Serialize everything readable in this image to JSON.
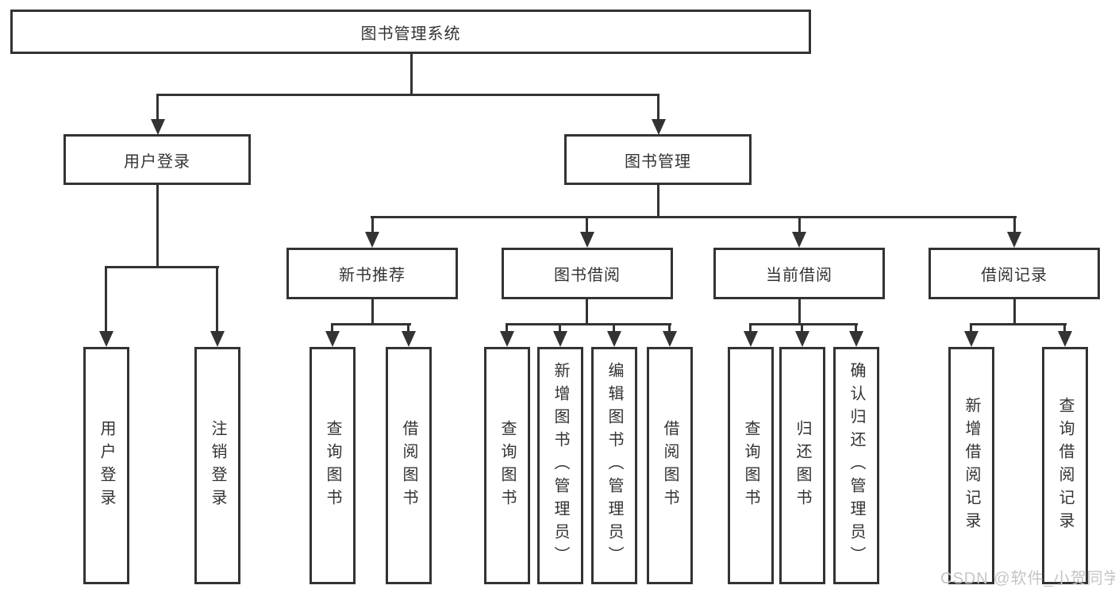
{
  "tree": {
    "root": {
      "label": "图书管理系统"
    },
    "branches": [
      {
        "label": "用户登录",
        "children": [
          {
            "label": "用户登录"
          },
          {
            "label": "注销登录"
          }
        ]
      },
      {
        "label": "图书管理",
        "children": [
          {
            "label": "新书推荐",
            "children": [
              {
                "label": "查询图书"
              },
              {
                "label": "借阅图书"
              }
            ]
          },
          {
            "label": "图书借阅",
            "children": [
              {
                "label": "查询图书"
              },
              {
                "label": "新增图书（管理员）"
              },
              {
                "label": "编辑图书（管理员）"
              },
              {
                "label": "借阅图书"
              }
            ]
          },
          {
            "label": "当前借阅",
            "children": [
              {
                "label": "查询图书"
              },
              {
                "label": "归还图书"
              },
              {
                "label": "确认归还（管理员）"
              }
            ]
          },
          {
            "label": "借阅记录",
            "children": [
              {
                "label": "新增借阅记录"
              },
              {
                "label": "查询借阅记录"
              }
            ]
          }
        ]
      }
    ]
  },
  "watermark": "CSDN @软件_小贺同学",
  "colors": {
    "line": "#333333",
    "text": "#333333",
    "box_bg": "#ffffff",
    "watermark": "#c5c5c5"
  }
}
